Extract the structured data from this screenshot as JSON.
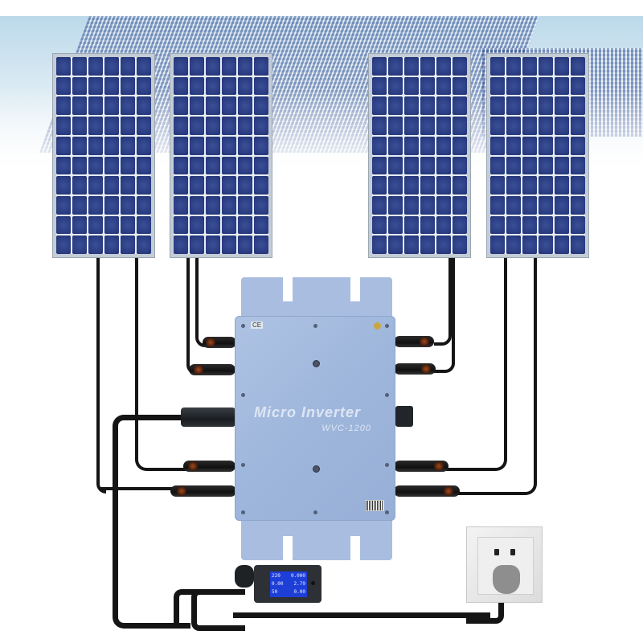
{
  "scene": {
    "description": "Product illustration: four solar panels wired to a grid-tie micro inverter, with an AC power meter and wall outlet",
    "background": "solar farm array under pale blue sky fading to white"
  },
  "panels": [
    {
      "id": "panel-1",
      "cols": 6,
      "rows": 10
    },
    {
      "id": "panel-2",
      "cols": 6,
      "rows": 10
    },
    {
      "id": "panel-3",
      "cols": 6,
      "rows": 10
    },
    {
      "id": "panel-4",
      "cols": 6,
      "rows": 10
    }
  ],
  "inverter": {
    "title": "Micro Inverter",
    "model": "WVC-1200",
    "cert_mark": "CE",
    "color": "#a9bde0"
  },
  "meter": {
    "rows": [
      {
        "left": "220",
        "right": "0.000"
      },
      {
        "left": "0.00",
        "right": "2.79"
      },
      {
        "left": "50",
        "right": "0.00"
      }
    ],
    "screen_color": "#1e3ed8"
  },
  "outlet": {
    "type": "wall-socket-with-plug"
  },
  "colors": {
    "cell": "#2a3c82",
    "cable": "#151515",
    "connector_band": "#a0481d"
  }
}
